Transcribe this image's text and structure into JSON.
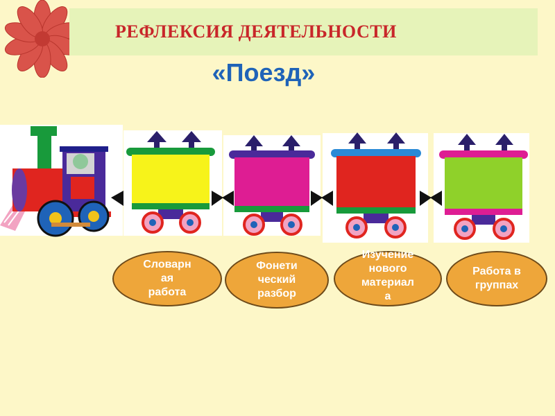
{
  "header": {
    "title": "РЕФЛЕКСИЯ ДЕЯТЕЛЬНОСТИ",
    "subtitle": "«Поезд»"
  },
  "stages": [
    {
      "label": "Словарная работа",
      "lines": [
        "Словарн",
        "ая",
        "работа"
      ]
    },
    {
      "label": "Фонетический разбор",
      "lines": [
        "Фонети",
        "ческий",
        "разбор"
      ]
    },
    {
      "label": "Изучение нового материала",
      "lines": [
        "Изучение",
        "нового",
        "материал",
        "а"
      ]
    },
    {
      "label": "Работа в группах",
      "lines": [
        "Работа в",
        "группах"
      ]
    }
  ],
  "colors": {
    "background": "#fdf7c8",
    "banner": "#e6f3b9",
    "title": "#c8262a",
    "subtitle": "#1f63b8",
    "oval_fill": "#eea63a",
    "wagons": [
      "#f7f31a",
      "#de1d93",
      "#e0251f",
      "#8fd12a"
    ]
  },
  "icons": [
    "flower-icon",
    "locomotive-icon",
    "wagon-icon"
  ]
}
